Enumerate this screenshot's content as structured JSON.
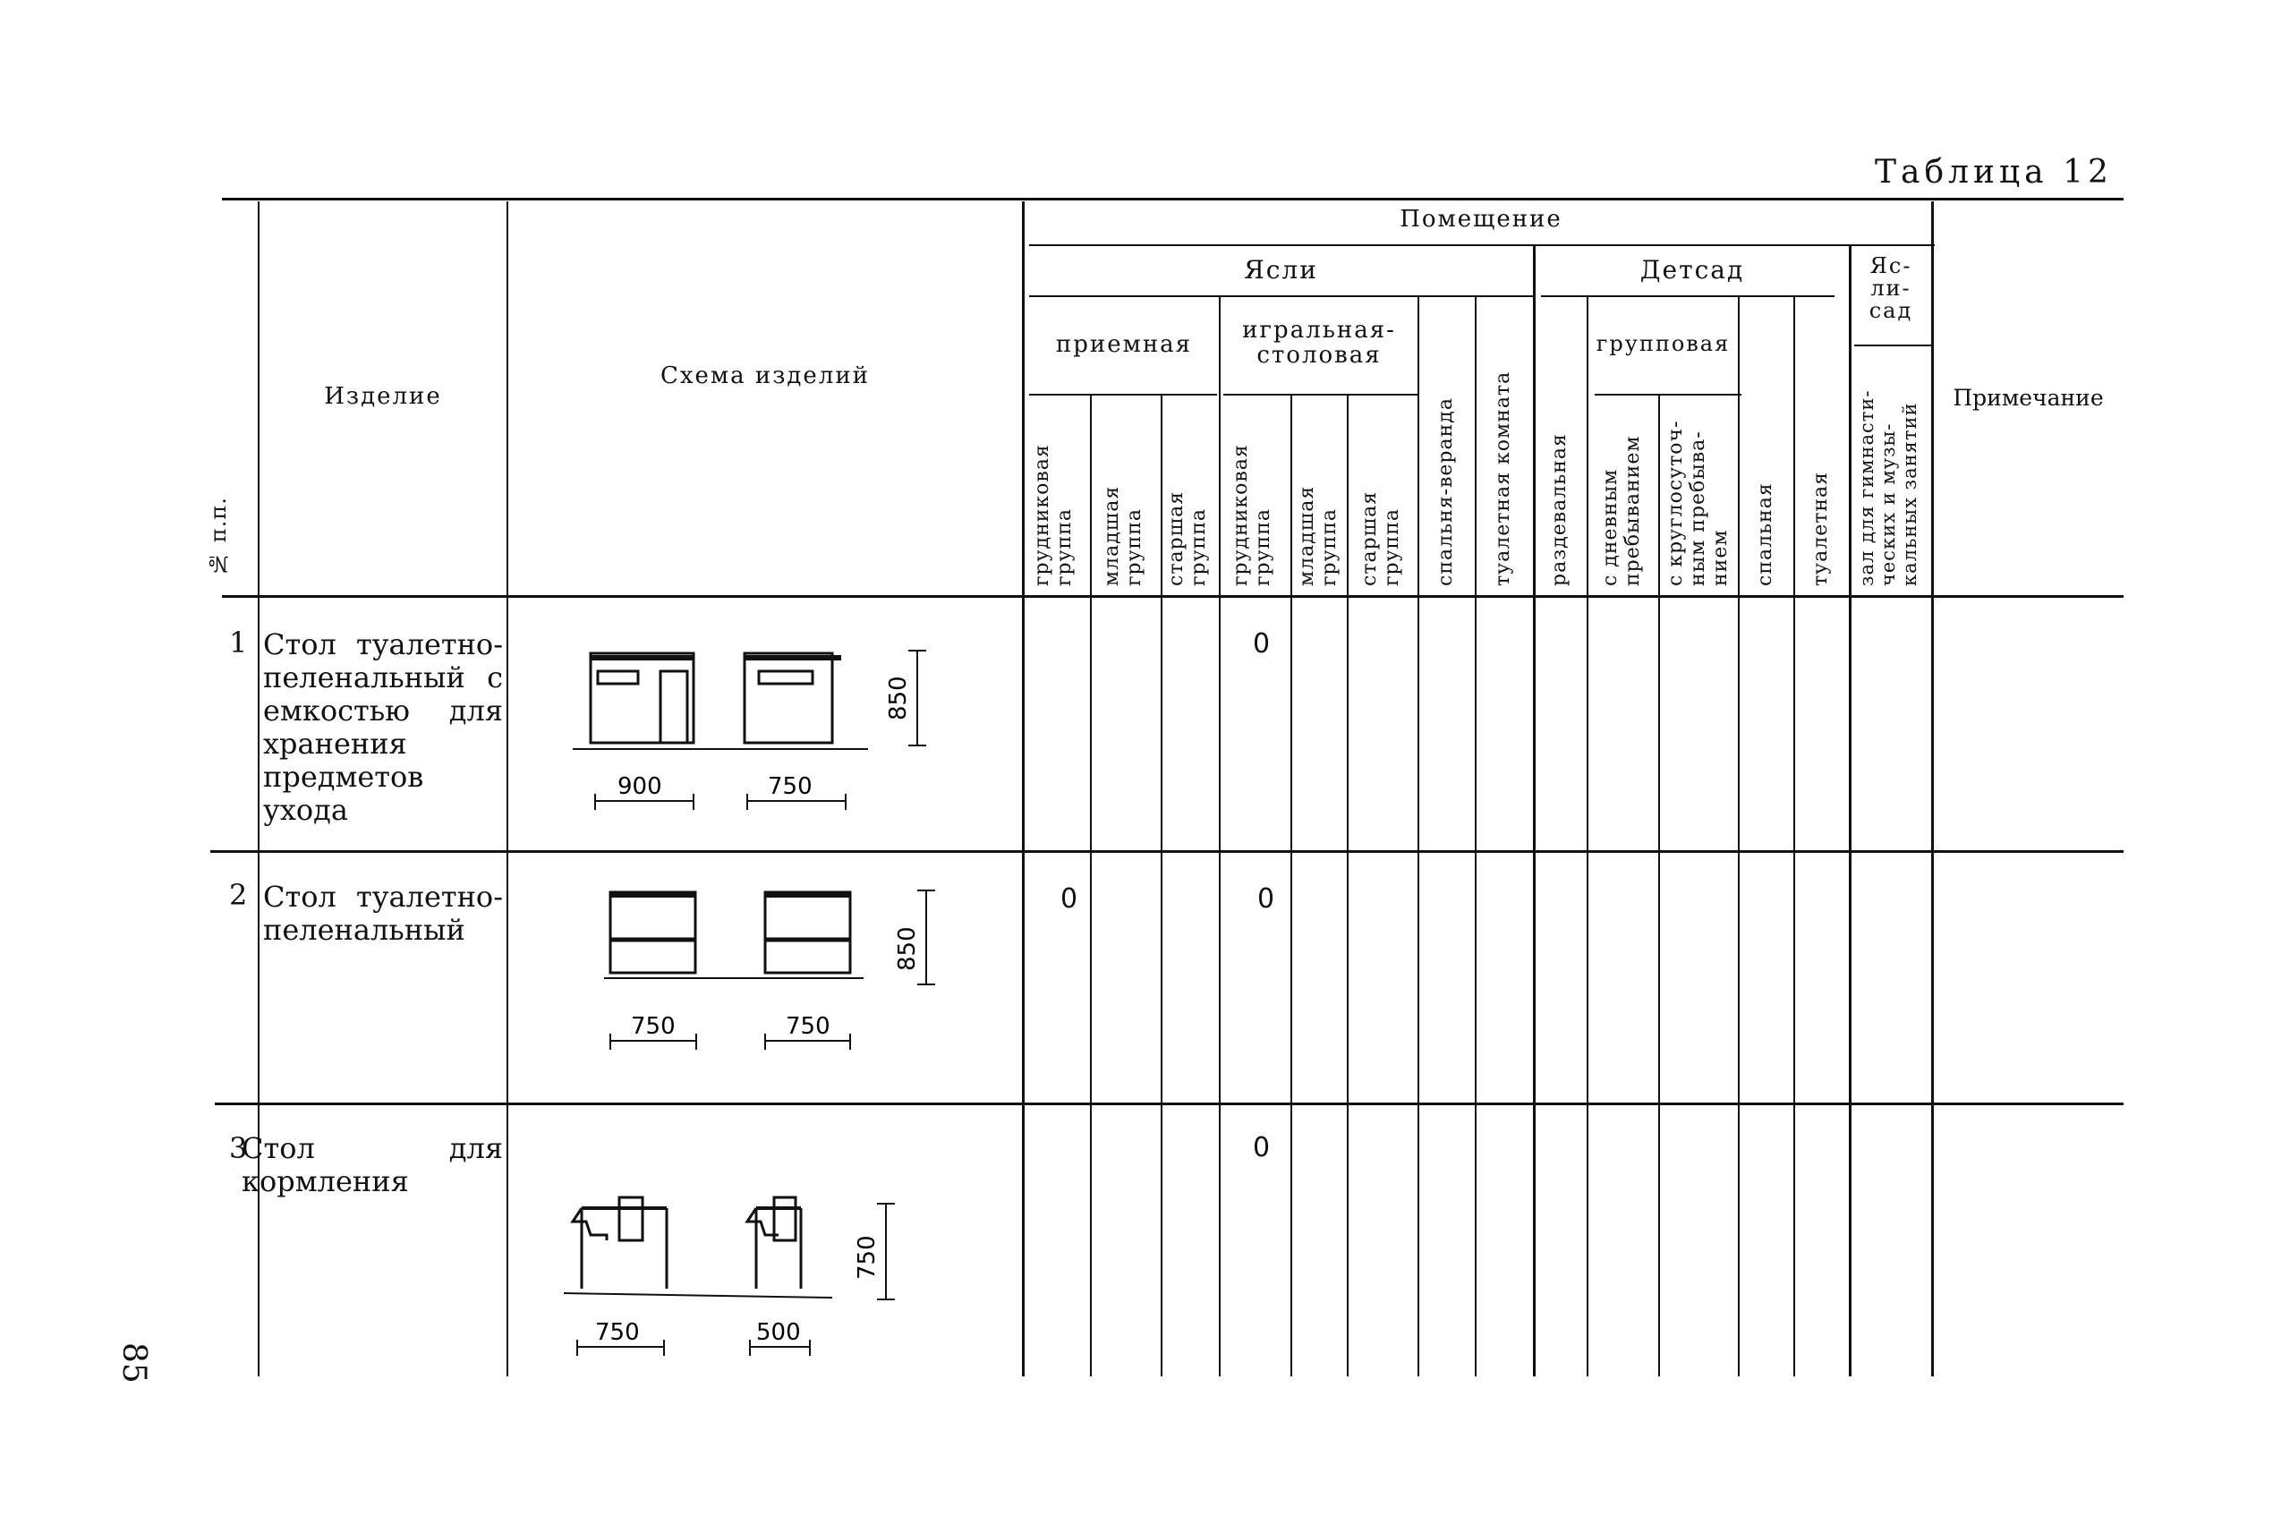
{
  "table_title": "Таблица 12",
  "page_number": "85",
  "headers": {
    "num": "№ п.п.",
    "item": "Изделие",
    "scheme": "Схема изделий",
    "room": "Помещение",
    "yasli": "Ясли",
    "detsad": "Детсад",
    "yasli_sad": "Яс-\nли-\nсад",
    "priemnaya": "приемная",
    "igralnaya": "игральная-\nстоловая",
    "gruppovaya": "групповая",
    "note": "Примечание",
    "cols": [
      "грудниковая\nгруппа",
      "младшая\nгруппа",
      "старшая\nгруппа",
      "грудниковая\nгруппа",
      "младшая\nгруппа",
      "старшая\nгруппа",
      "спальня-веранда",
      "туалетная комната",
      "раздевальная",
      "с дневным\nпребыванием",
      "с круглосуточ-\nным пребыва-\nнием",
      "спальная",
      "туалетная",
      "зал для гимнасти-\nческих и музы-\nкальных занятий"
    ]
  },
  "rows": [
    {
      "num": "1",
      "name": "Стол туалетно-пеленальный с емкостью для хранения предметов ухода",
      "marks": [
        "",
        "",
        "",
        "0",
        "",
        "",
        "",
        "",
        "",
        "",
        "",
        "",
        "",
        ""
      ],
      "dims": {
        "w1": "900",
        "w2": "750",
        "h": "850"
      }
    },
    {
      "num": "2",
      "name": "Стол туалетно-пеленальный",
      "marks": [
        "0",
        "",
        "",
        "0",
        "",
        "",
        "",
        "",
        "",
        "",
        "",
        "",
        "",
        ""
      ],
      "dims": {
        "w1": "750",
        "w2": "750",
        "h": "850"
      }
    },
    {
      "num": "3",
      "name": "Стол для кормления",
      "marks": [
        "",
        "",
        "",
        "0",
        "",
        "",
        "",
        "",
        "",
        "",
        "",
        "",
        "",
        ""
      ],
      "dims": {
        "w1": "750",
        "w2": "500",
        "h": "750"
      }
    }
  ]
}
